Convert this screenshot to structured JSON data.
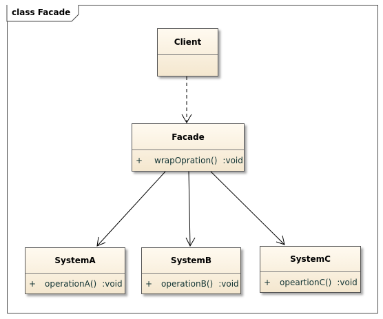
{
  "diagram": {
    "title": "class Facade",
    "classes": {
      "client": {
        "name": "Client"
      },
      "facade": {
        "name": "Facade",
        "operation": {
          "visibility": "+",
          "name": "wrapOpration()",
          "type": ":void"
        }
      },
      "systemA": {
        "name": "SystemA",
        "operation": {
          "visibility": "+",
          "name": "operationA()",
          "type": ":void"
        }
      },
      "systemB": {
        "name": "SystemB",
        "operation": {
          "visibility": "+",
          "name": "operationB()",
          "type": ":void"
        }
      },
      "systemC": {
        "name": "SystemC",
        "operation": {
          "visibility": "+",
          "name": "opeartionC()",
          "type": ":void"
        }
      }
    },
    "relations": [
      {
        "from": "Client",
        "to": "Facade",
        "kind": "dependency"
      },
      {
        "from": "Facade",
        "to": "SystemA",
        "kind": "association"
      },
      {
        "from": "Facade",
        "to": "SystemB",
        "kind": "association"
      },
      {
        "from": "Facade",
        "to": "SystemC",
        "kind": "association"
      }
    ],
    "colors": {
      "class_fill_top": "#fffaf0",
      "class_fill_bottom": "#f4e7cf",
      "line": "#000000"
    }
  }
}
